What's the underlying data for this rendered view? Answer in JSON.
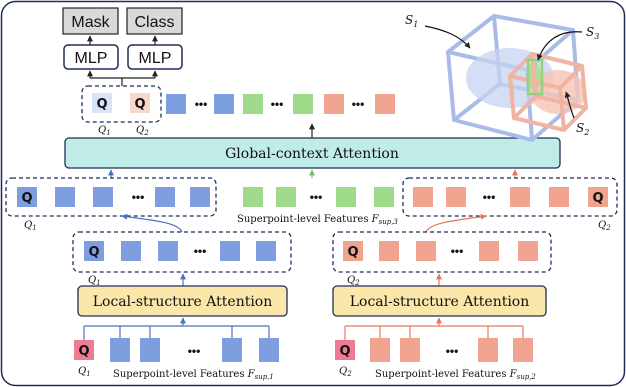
{
  "outputs": {
    "mask": "Mask",
    "class": "Class",
    "mlp": "MLP"
  },
  "attention": {
    "global": "Global-context Attention",
    "local": "Local-structure Attention"
  },
  "tokens": {
    "query": "Q",
    "ellipsis": "•••"
  },
  "labels": {
    "q1": "Q",
    "q1_sub": "1",
    "q2": "Q",
    "q2_sub": "2",
    "s1": "S",
    "s1_sub": "1",
    "s2": "S",
    "s2_sub": "2",
    "s3": "S",
    "s3_sub": "3",
    "features_prefix": "Superpoint-level Features ",
    "features_symbol": "F",
    "features_sub_1": "sup,1",
    "features_sub_2": "sup,2",
    "features_sub_3": "sup,3"
  },
  "colors": {
    "blue": "#7f9ee0",
    "green": "#9fd98a",
    "salmon": "#f0a490",
    "pink_query": "#ee7b92",
    "query_light_blue": "#d9e3f6",
    "query_light_salmon": "#f8d8cd",
    "box_fill_global": "#bfece6",
    "box_fill_local": "#fbe7aa",
    "navy": "#1f2d5a",
    "arrow_blue": "#4a72c4",
    "arrow_green": "#79c25b",
    "arrow_salmon": "#e6775c"
  }
}
